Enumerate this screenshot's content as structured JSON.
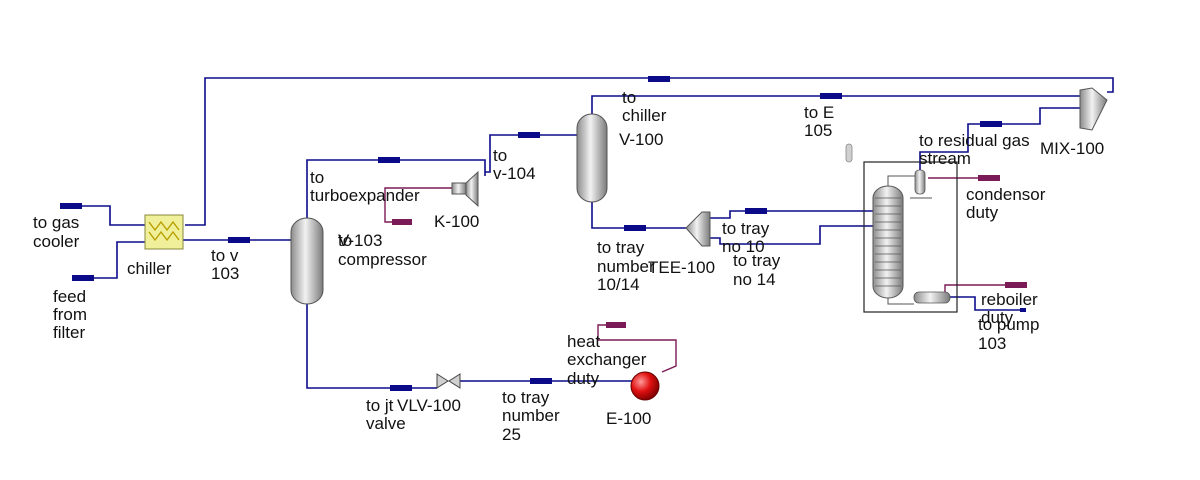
{
  "colors": {
    "material_stream": "#0b0b8a",
    "energy_stream": "#7a1a56",
    "vessel_fill": "#c9c9c9",
    "chiller_fill": "#f0ef9a",
    "heater_fill": "#e01010",
    "text": "#111111"
  },
  "units": {
    "chiller": "chiller",
    "v103": [
      "V-103"
    ],
    "k100": "K-100",
    "v100": "V-100",
    "tee100": "TEE-100",
    "vlv100": "VLV-100",
    "e100": "E-100",
    "mix100": "MIX-100"
  },
  "streams": {
    "to_gas_cooler": [
      "to gas",
      "cooler"
    ],
    "feed_from_filter": [
      "feed",
      "from",
      "filter"
    ],
    "to_v_103": [
      "to v",
      "103"
    ],
    "to_turboexpander": [
      "to",
      "turboexpander"
    ],
    "to_compressor": [
      "to",
      "compressor"
    ],
    "to_v104": [
      "to",
      "v-104"
    ],
    "to_chiller": [
      "to",
      "chiller"
    ],
    "to_e105": [
      "to E",
      "105"
    ],
    "to_residual_gas": [
      "to residual gas",
      "stream"
    ],
    "condensor_duty": [
      "condensor",
      "duty"
    ],
    "to_tray_10_14": [
      "to tray",
      "number",
      "10/14"
    ],
    "to_tray_no_10": [
      "to tray",
      "no 10"
    ],
    "to_tray_no_14": [
      "to tray",
      "no 14"
    ],
    "reboiler_duty": [
      "reboiler",
      "duty"
    ],
    "to_pump_103": [
      "to pump",
      "103"
    ],
    "heat_exchanger_duty": [
      "heat",
      "exchanger",
      "duty"
    ],
    "to_jt_valve": [
      "to jt",
      "valve"
    ],
    "to_tray_25": [
      "to tray",
      "number",
      "25"
    ]
  }
}
